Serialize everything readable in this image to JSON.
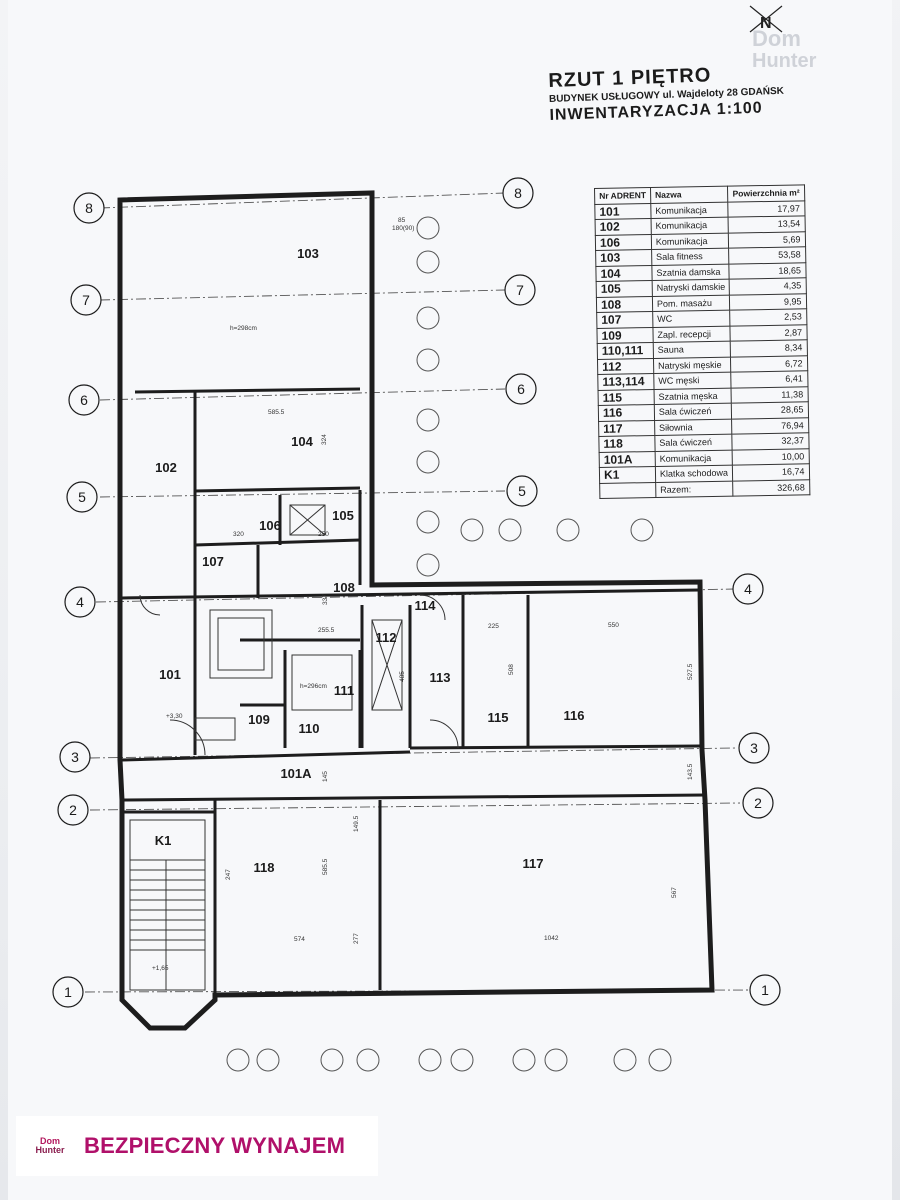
{
  "title": {
    "main": "RZUT 1 PIĘTRO",
    "address": "BUDYNEK USŁUGOWY ul. Wajdeloty 28 GDAŃSK",
    "subtitle": "INWENTARYZACJA 1:100"
  },
  "watermark": {
    "line1": "Dom",
    "line2": "Hunter"
  },
  "legend": {
    "headers": {
      "no": "Nr ADRENT",
      "name": "Nazwa",
      "area": "Powierzchnia m²"
    },
    "rows": [
      {
        "no": "101",
        "name": "Komunikacja",
        "area": "17,97"
      },
      {
        "no": "102",
        "name": "Komunikacja",
        "area": "13,54"
      },
      {
        "no": "106",
        "name": "Komunikacja",
        "area": "5,69"
      },
      {
        "no": "103",
        "name": "Sala fitness",
        "area": "53,58"
      },
      {
        "no": "104",
        "name": "Szatnia damska",
        "area": "18,65"
      },
      {
        "no": "105",
        "name": "Natryski damskie",
        "area": "4,35"
      },
      {
        "no": "108",
        "name": "Pom. masażu",
        "area": "9,95"
      },
      {
        "no": "107",
        "name": "WC",
        "area": "2,53"
      },
      {
        "no": "109",
        "name": "Zapl. recepcji",
        "area": "2,87"
      },
      {
        "no": "110,111",
        "name": "Sauna",
        "area": "8,34"
      },
      {
        "no": "112",
        "name": "Natryski męskie",
        "area": "6,72"
      },
      {
        "no": "113,114",
        "name": "WC męski",
        "area": "6,41"
      },
      {
        "no": "115",
        "name": "Szatnia męska",
        "area": "11,38"
      },
      {
        "no": "116",
        "name": "Sala ćwiczeń",
        "area": "28,65"
      },
      {
        "no": "117",
        "name": "Siłownia",
        "area": "76,94"
      },
      {
        "no": "118",
        "name": "Sala ćwiczeń",
        "area": "32,37"
      },
      {
        "no": "101A",
        "name": "Komunikacja",
        "area": "10,00"
      },
      {
        "no": "K1",
        "name": "Klatka schodowa",
        "area": "16,74"
      }
    ],
    "total_label": "Razem:",
    "total": "326,68"
  },
  "axes": [
    "8",
    "7",
    "6",
    "5",
    "4",
    "3",
    "2",
    "1"
  ],
  "rooms": {
    "r103": "103",
    "r104": "104",
    "r102": "102",
    "r106": "106",
    "r105": "105",
    "r107": "107",
    "r108": "108",
    "r114": "114",
    "r112": "112",
    "r113": "113",
    "r101": "101",
    "r111": "111",
    "r109": "109",
    "r110": "110",
    "r115": "115",
    "r116": "116",
    "r101a": "101A",
    "rk1": "K1",
    "r118": "118",
    "r117": "117"
  },
  "dims": {
    "d5855": "585.5",
    "d324": "324",
    "d2555": "255.5",
    "d225": "225",
    "d550": "550",
    "d5275": "527.5",
    "d508": "508",
    "d5855b": "585.5",
    "d574": "574",
    "d277": "277",
    "d1042": "1042",
    "d567": "567",
    "d1435": "143.5",
    "d1495": "149.5",
    "d247": "247",
    "d145": "145",
    "d337": "337",
    "d485": "485",
    "d320": "320",
    "d250": "250",
    "window": "180(90)",
    "w85": "85",
    "h1": "h=298cm",
    "h2": "h=296cm",
    "lvl1": "+3,30",
    "lvl2": "+1,65"
  },
  "banner": {
    "logo1": "Dom",
    "logo2": "Hunter",
    "text": "BEZPIECZNY WYNAJEM"
  }
}
